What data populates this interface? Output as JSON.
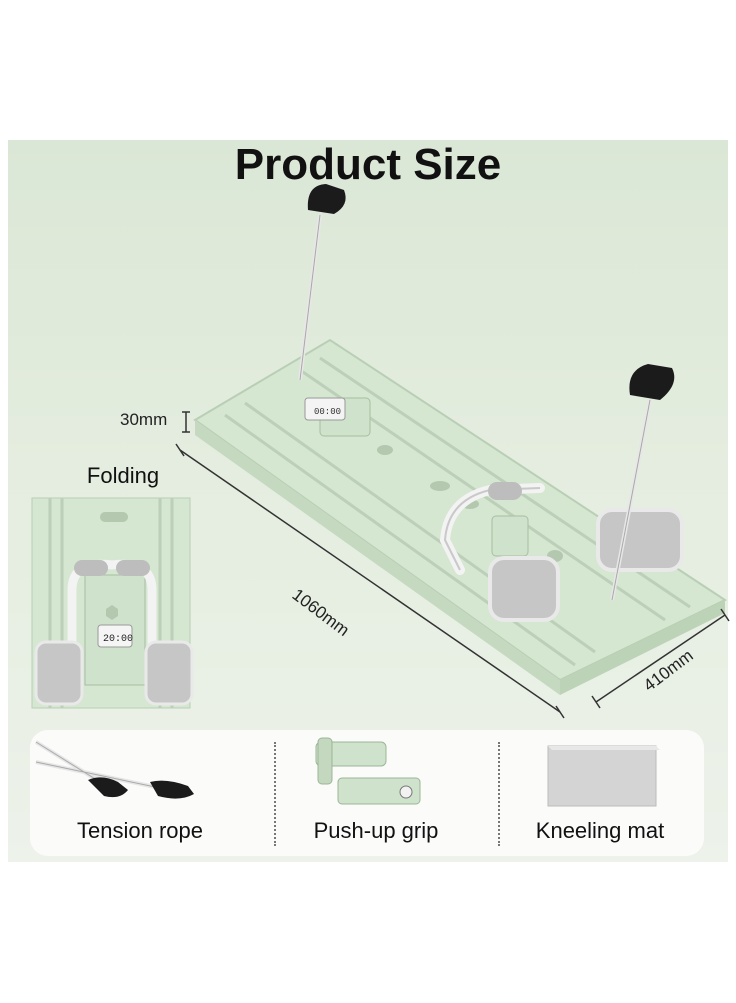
{
  "title": "Product Size",
  "folding_label": "Folding",
  "dimensions": {
    "height": "30mm",
    "length": "1060mm",
    "width": "410mm"
  },
  "display_readout": "20:00",
  "accessories": [
    {
      "label": "Tension rope",
      "icon": "tension-rope-icon"
    },
    {
      "label": "Push-up grip",
      "icon": "push-up-grip-icon"
    },
    {
      "label": "Kneeling mat",
      "icon": "kneeling-mat-icon"
    }
  ],
  "colors": {
    "background": "#e1ebdc",
    "board": "#d6e6d2",
    "pad": "#c9c9c9",
    "handle": "#1a1a1a"
  }
}
